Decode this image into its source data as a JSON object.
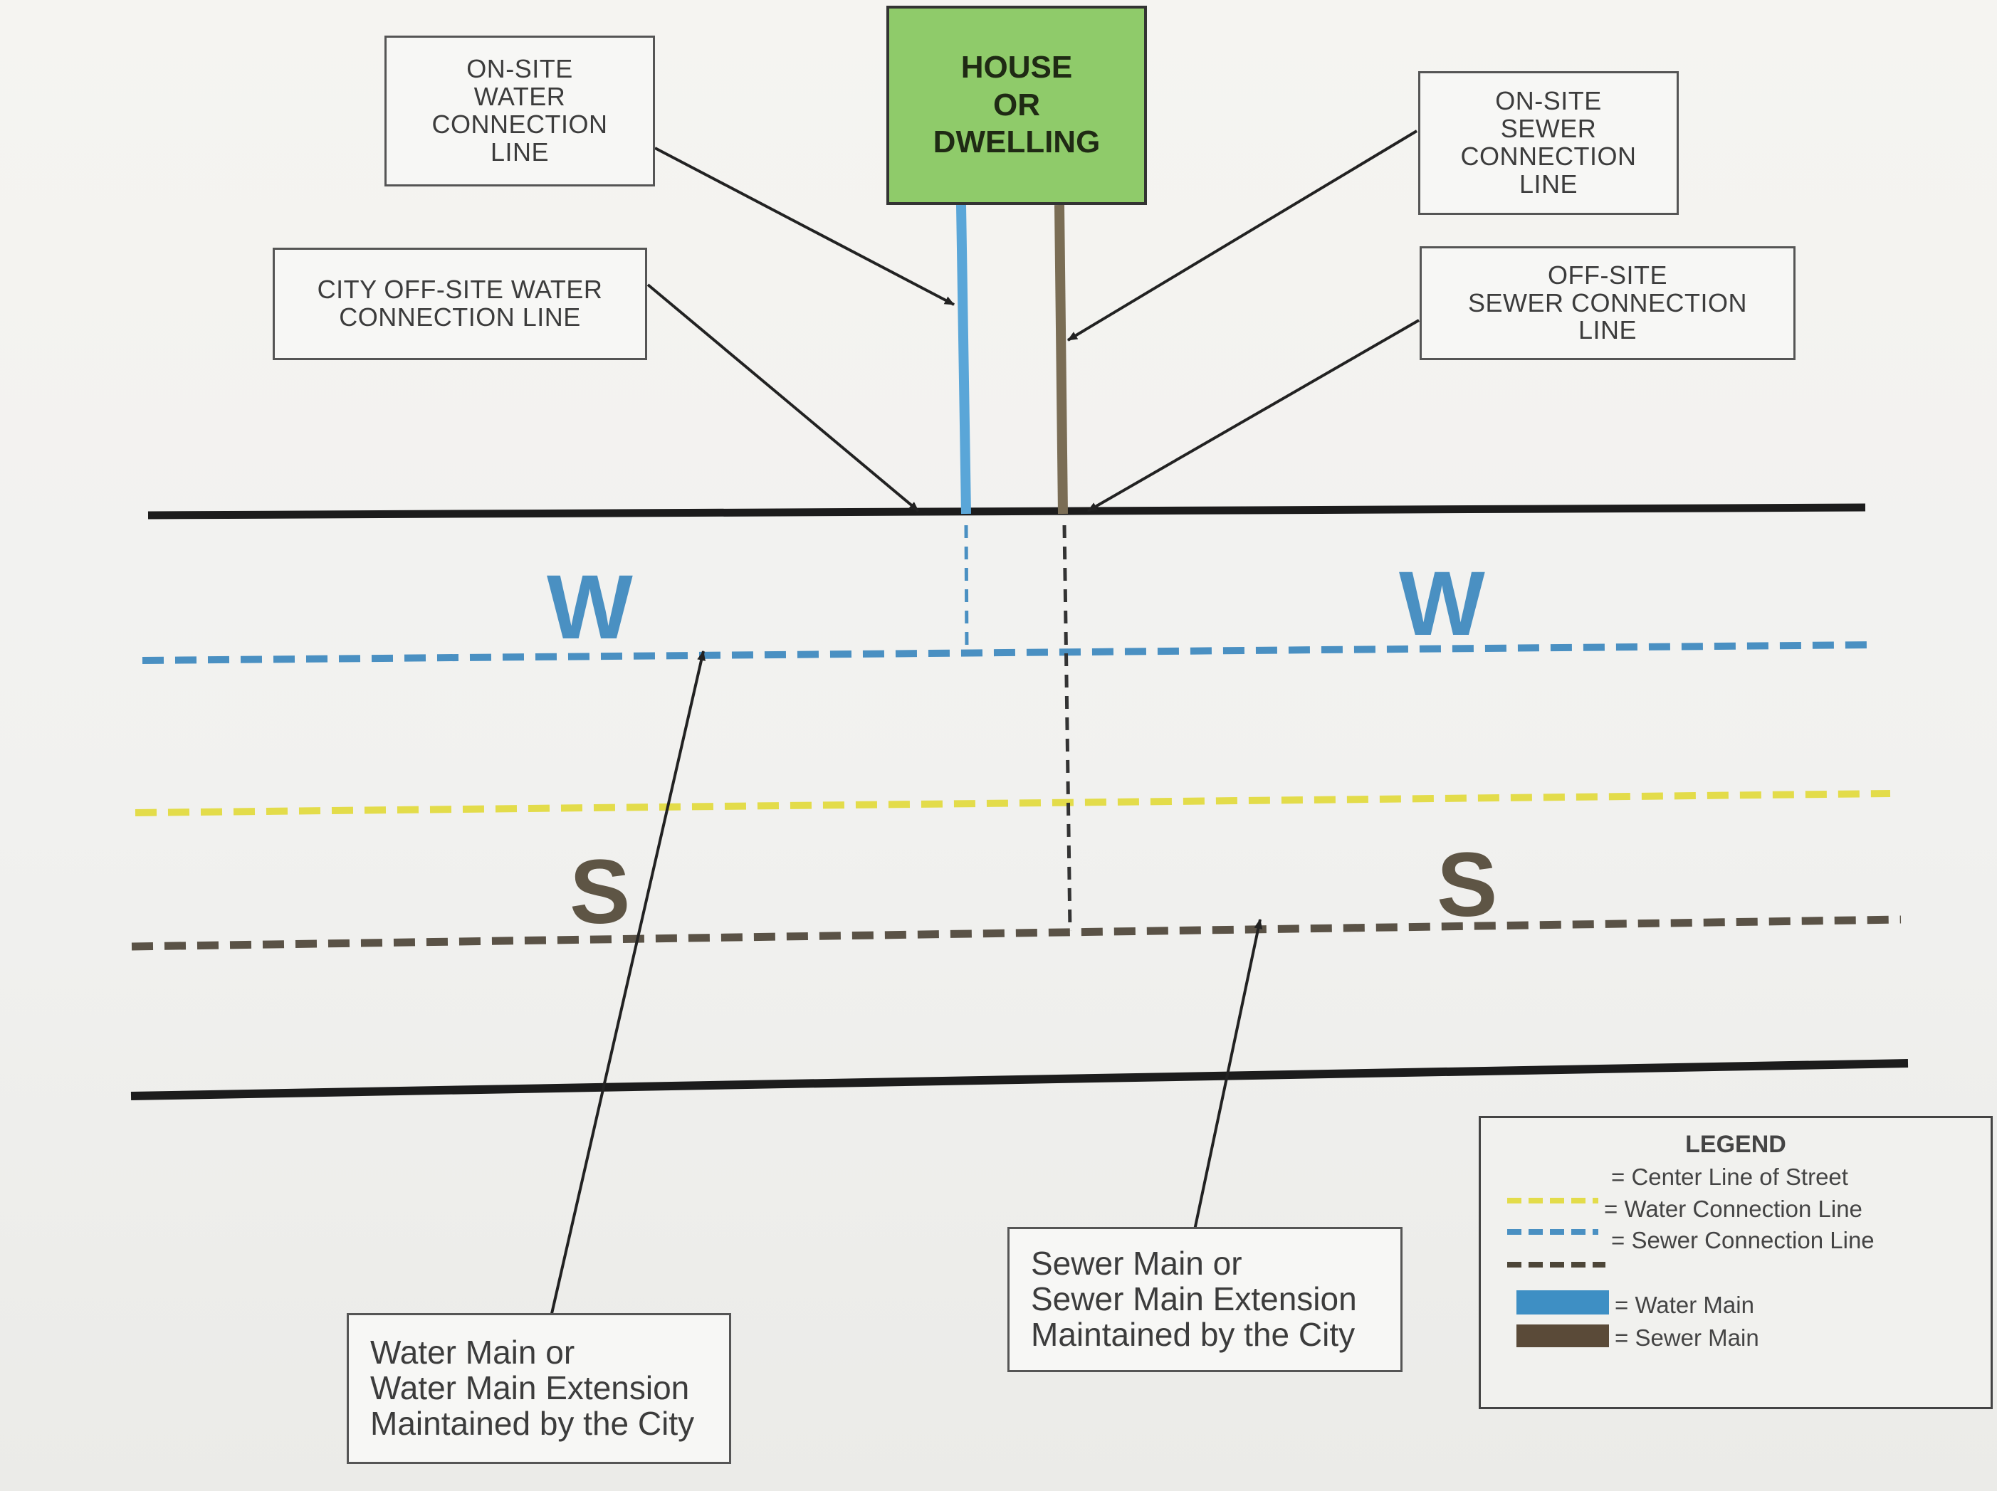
{
  "house": {
    "lines": [
      "HOUSE",
      "OR",
      "DWELLING"
    ]
  },
  "labels": {
    "onsite_water": [
      "ON-SITE",
      "WATER",
      "CONNECTION",
      "LINE"
    ],
    "city_offsite_water": [
      "CITY OFF-SITE WATER",
      "CONNECTION LINE"
    ],
    "onsite_sewer": [
      "ON-SITE",
      "SEWER",
      "CONNECTION",
      "LINE"
    ],
    "offsite_sewer": [
      "OFF-SITE",
      "SEWER CONNECTION",
      "LINE"
    ],
    "water_main": [
      "Water Main or",
      "Water Main Extension",
      "Maintained by the City"
    ],
    "sewer_main": [
      "Sewer Main or",
      "Sewer Main Extension",
      "Maintained by the City"
    ]
  },
  "main_letters": {
    "water": "W",
    "sewer": "S"
  },
  "legend": {
    "title": "LEGEND",
    "items": [
      "= Center Line of Street",
      "= Water Connection Line",
      "= Sewer Connection Line",
      "= Water Main",
      "= Sewer Main"
    ]
  },
  "colors": {
    "water": "#4a90c2",
    "sewer": "#6b604d",
    "centerline": "#e3dc4a",
    "house_fill": "#8fcb6a",
    "street_edge": "#1c1c1c"
  }
}
